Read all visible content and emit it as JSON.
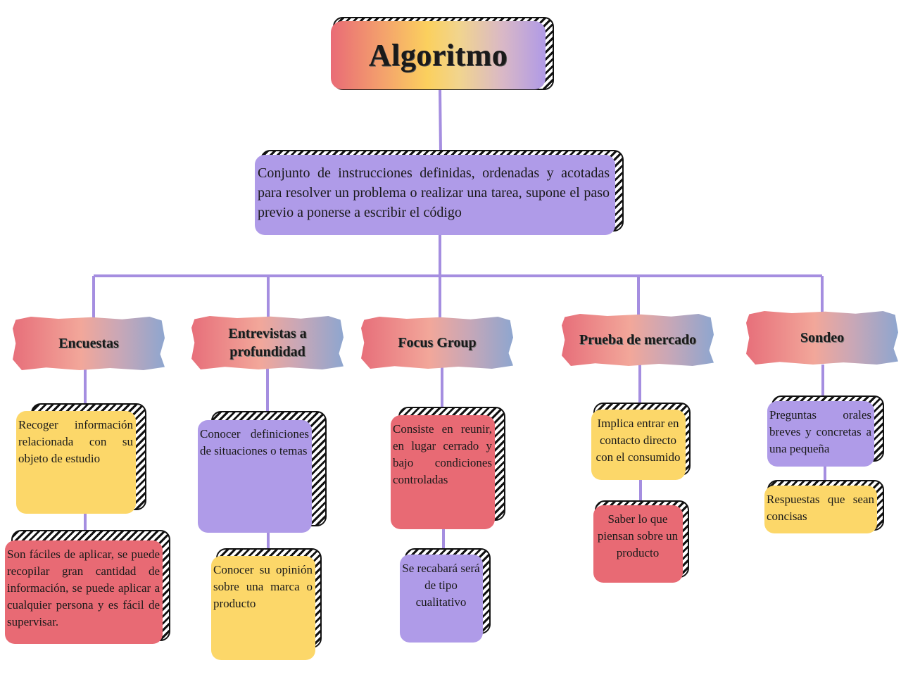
{
  "title": "Algoritmo",
  "definition": "Conjunto de instrucciones definidas, ordenadas y acotadas para resolver un problema o realizar una tarea, supone el paso previo a ponerse a escribir el código",
  "categories": [
    {
      "name": "Encuestas",
      "first": "Recoger información relacionada con su objeto de estudio",
      "second": "Son fáciles de aplicar, se puede recopilar gran cantidad de información, se puede aplicar a cualquier persona y es fácil de supervisar."
    },
    {
      "name": "Entrevistas a profundidad",
      "first": "Conocer definiciones de situaciones o temas",
      "second": "Conocer su opinión sobre una marca o producto"
    },
    {
      "name": "Focus Group",
      "first": "Consiste en reunir, en lugar cerrado y bajo condiciones controladas",
      "second": "Se recabará será de tipo cualitativo"
    },
    {
      "name": "Prueba de mercado",
      "first": "Implica entrar en contacto directo con el consumido",
      "second": "Saber lo que piensan sobre un producto"
    },
    {
      "name": "Sondeo",
      "first": "Preguntas orales breves y concretas a una pequeña",
      "second": "Respuestas que sean concisas"
    }
  ],
  "colors": {
    "connector": "#a58ee0",
    "purple": "#af9be8",
    "yellow": "#fcd769",
    "red": "#e86a74"
  }
}
